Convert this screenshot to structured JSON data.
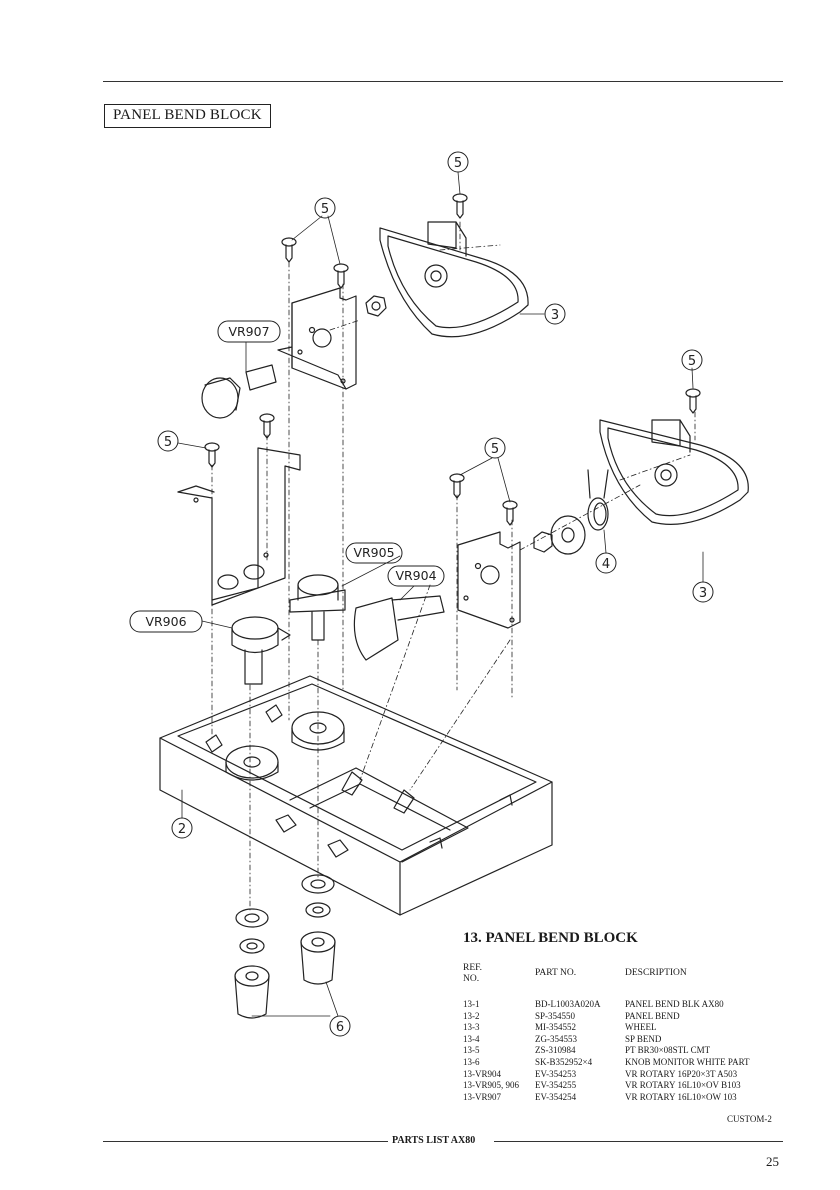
{
  "section_label": "PANEL BEND BLOCK",
  "diagram": {
    "callouts": [
      "5",
      "5",
      "5",
      "5",
      "5",
      "3",
      "3",
      "4",
      "2",
      "6"
    ],
    "vr_labels": [
      "VR907",
      "VR905",
      "VR904",
      "VR906"
    ]
  },
  "parts_table": {
    "title": "13.  PANEL BEND BLOCK",
    "headers": {
      "ref_line1": "REF.",
      "ref_line2": "NO.",
      "part_no": "PART NO.",
      "description": "DESCRIPTION"
    },
    "rows": [
      {
        "ref": "13-1",
        "part": "BD-L1003A020A",
        "desc": "PANEL BEND BLK AX80"
      },
      {
        "ref": "13-2",
        "part": "SP-354550",
        "desc": "PANEL BEND"
      },
      {
        "ref": "13-3",
        "part": "MI-354552",
        "desc": "WHEEL"
      },
      {
        "ref": "13-4",
        "part": "ZG-354553",
        "desc": "SP BEND"
      },
      {
        "ref": "13-5",
        "part": "ZS-310984",
        "desc": "PT BR30×08STL CMT"
      },
      {
        "ref": "13-6",
        "part": "SK-B352952×4",
        "desc": "KNOB MONITOR WHITE PART"
      },
      {
        "ref": "13-VR904",
        "part": "EV-354253",
        "desc": "VR ROTARY 16P20×3T A503"
      },
      {
        "ref": "13-VR905, 906",
        "part": "EV-354255",
        "desc": "VR ROTARY 16L10×OV B103"
      },
      {
        "ref": "13-VR907",
        "part": "EV-354254",
        "desc": "VR ROTARY 16L10×OW 103"
      }
    ],
    "trailing": "CUSTOM-2"
  },
  "footer": {
    "text": "PARTS LIST AX80",
    "page_number": "25"
  }
}
